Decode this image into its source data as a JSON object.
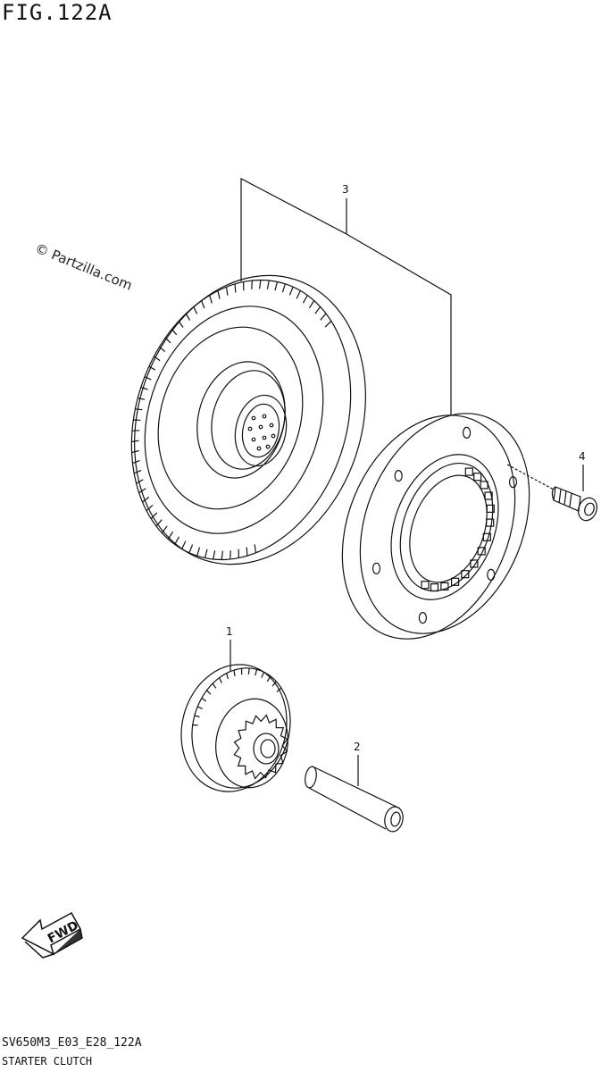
{
  "header": {
    "figure_label": "FIG.122A"
  },
  "watermark": {
    "text": "© Partzilla.com"
  },
  "callouts": [
    {
      "number": "1",
      "part": "gear"
    },
    {
      "number": "2",
      "part": "shaft"
    },
    {
      "number": "3",
      "part": "starter-clutch-assembly"
    },
    {
      "number": "4",
      "part": "bolt"
    }
  ],
  "direction_arrow": {
    "label": "FWD"
  },
  "footer": {
    "drawing_code": "SV650M3_E03_E28_122A",
    "caption": "STARTER CLUTCH"
  }
}
